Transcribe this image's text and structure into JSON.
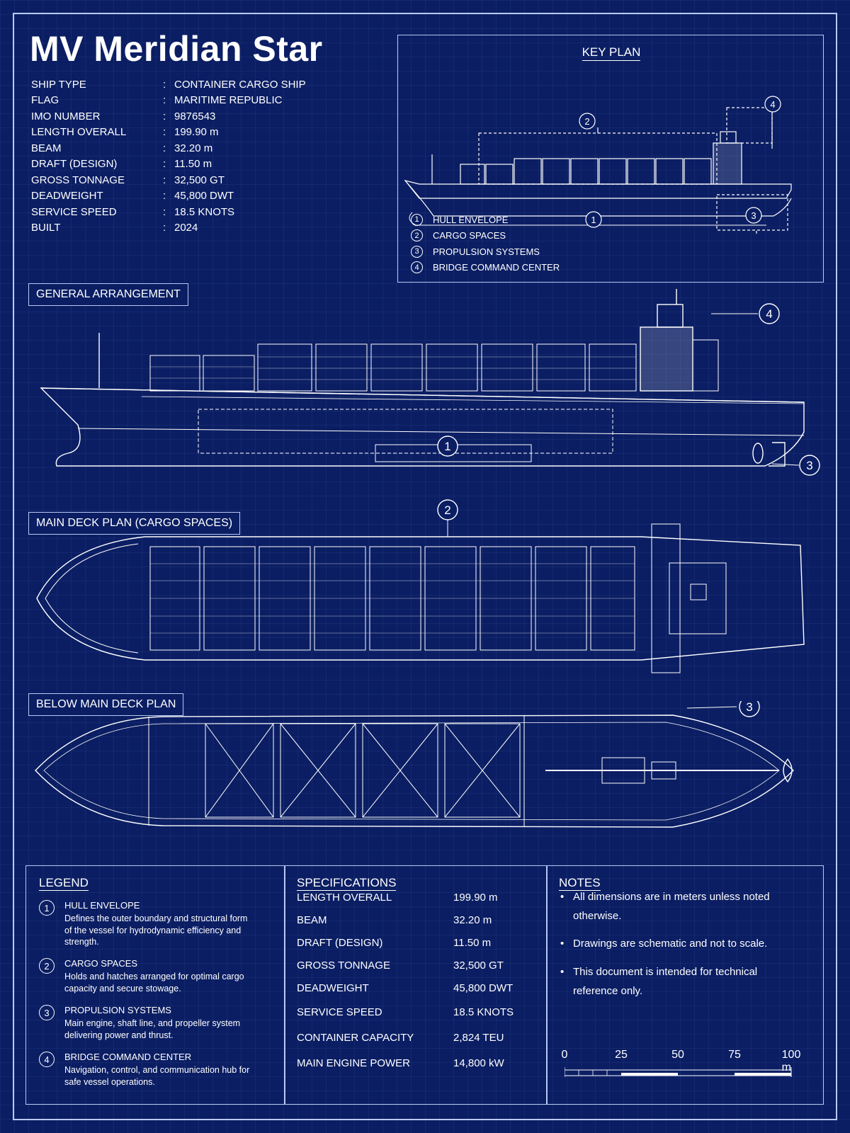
{
  "title": "MV Meridian Star",
  "particulars": [
    {
      "label": "SHIP TYPE",
      "value": "CONTAINER CARGO SHIP"
    },
    {
      "label": "FLAG",
      "value": "MARITIME REPUBLIC"
    },
    {
      "label": "IMO NUMBER",
      "value": "9876543"
    },
    {
      "label": "LENGTH OVERALL",
      "value": "199.90 m"
    },
    {
      "label": "BEAM",
      "value": "32.20 m"
    },
    {
      "label": "DRAFT (DESIGN)",
      "value": "11.50 m"
    },
    {
      "label": "GROSS TONNAGE",
      "value": "32,500 GT"
    },
    {
      "label": "DEADWEIGHT",
      "value": "45,800 DWT"
    },
    {
      "label": "SERVICE SPEED",
      "value": "18.5 KNOTS"
    },
    {
      "label": "BUILT",
      "value": "2024"
    }
  ],
  "colon": ":",
  "key_plan": {
    "title": "KEY PLAN",
    "items": [
      {
        "num": "1",
        "label": "HULL ENVELOPE"
      },
      {
        "num": "2",
        "label": "CARGO SPACES"
      },
      {
        "num": "3",
        "label": "PROPULSION SYSTEMS"
      },
      {
        "num": "4",
        "label": "BRIDGE COMMAND CENTER"
      }
    ]
  },
  "sections": {
    "general_arrangement": "GENERAL ARRANGEMENT",
    "main_deck": "MAIN DECK PLAN (CARGO SPACES)",
    "below_deck": "BELOW MAIN DECK PLAN"
  },
  "callouts": {
    "one": "1",
    "two": "2",
    "three": "3",
    "four": "4"
  },
  "legend": {
    "title": "LEGEND",
    "items": [
      {
        "num": "1",
        "title": "HULL ENVELOPE",
        "desc": "Defines the outer boundary and structural form of the vessel for hydrodynamic efficiency and strength."
      },
      {
        "num": "2",
        "title": "CARGO SPACES",
        "desc": "Holds and hatches arranged for optimal cargo capacity and secure stowage."
      },
      {
        "num": "3",
        "title": "PROPULSION SYSTEMS",
        "desc": "Main engine, shaft line, and propeller system delivering power and thrust."
      },
      {
        "num": "4",
        "title": "BRIDGE COMMAND CENTER",
        "desc": "Navigation, control, and communication hub for safe vessel operations."
      }
    ]
  },
  "specifications": {
    "title": "SPECIFICATIONS",
    "rows": [
      {
        "label": "LENGTH OVERALL",
        "value": "199.90 m"
      },
      {
        "label": "BEAM",
        "value": "32.20 m"
      },
      {
        "label": "DRAFT (DESIGN)",
        "value": "11.50 m"
      },
      {
        "label": "GROSS TONNAGE",
        "value": "32,500 GT"
      },
      {
        "label": "DEADWEIGHT",
        "value": "45,800 DWT"
      },
      {
        "label": "SERVICE SPEED",
        "value": "18.5 KNOTS"
      },
      {
        "label": "CONTAINER CAPACITY",
        "value": "2,824 TEU"
      },
      {
        "label": "MAIN ENGINE POWER",
        "value": "14,800 kW"
      }
    ]
  },
  "notes": {
    "title": "NOTES",
    "items": [
      "All dimensions are in meters unless noted otherwise.",
      "Drawings are schematic and not to scale.",
      "This document is intended for technical reference only."
    ]
  },
  "scale_bar": {
    "ticks": [
      "0",
      "25",
      "50",
      "75",
      "100 m"
    ]
  },
  "colors": {
    "background": "#0b1e63",
    "line": "#ffffff",
    "frame": "#b9c8f2"
  }
}
